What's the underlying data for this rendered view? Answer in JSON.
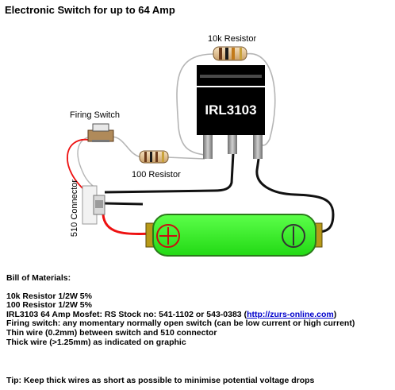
{
  "title": "Electronic Switch for up to 64 Amp",
  "labels": {
    "resistor_10k": "10k Resistor",
    "firing_switch": "Firing Switch",
    "resistor_100": "100 Resistor",
    "connector": "510 Connector",
    "mosfet": "IRL3103"
  },
  "bom": {
    "heading": "Bill of Materials:",
    "items": [
      "10k Resistor 1/2W 5%",
      "100 Resistor 1/2W 5%"
    ],
    "mosfet_line_prefix": "IRL3103 64 Amp Mosfet: RS Stock no: 541-1102 or 543-0383 (",
    "mosfet_link": "http://zurs-online.com",
    "mosfet_line_suffix": ")",
    "notes": [
      "Firing switch: any momentary normally open switch (can be low current or high current)",
      "Thin wire (0.2mm) between switch and 510 connector",
      "Thick wire (>1.25mm) as indicated on graphic"
    ]
  },
  "tip": "Tip: Keep thick wires as short as possible to minimise potential voltage drops",
  "colors": {
    "battery": "#33ee22",
    "battery_border": "#2a7a1a",
    "battery_terminal": "#b89a18",
    "red_wire": "#ee1111",
    "thick_wire": "#111111",
    "thin_wire": "#aaaaaa",
    "chip": "#000000",
    "legs": "#9a9a9a",
    "resistor_body": "#e8c89a",
    "link": "#0000cc"
  },
  "icons": {
    "battery_positive": "plus-in-circle-icon",
    "battery_negative": "minus-in-circle-icon"
  }
}
